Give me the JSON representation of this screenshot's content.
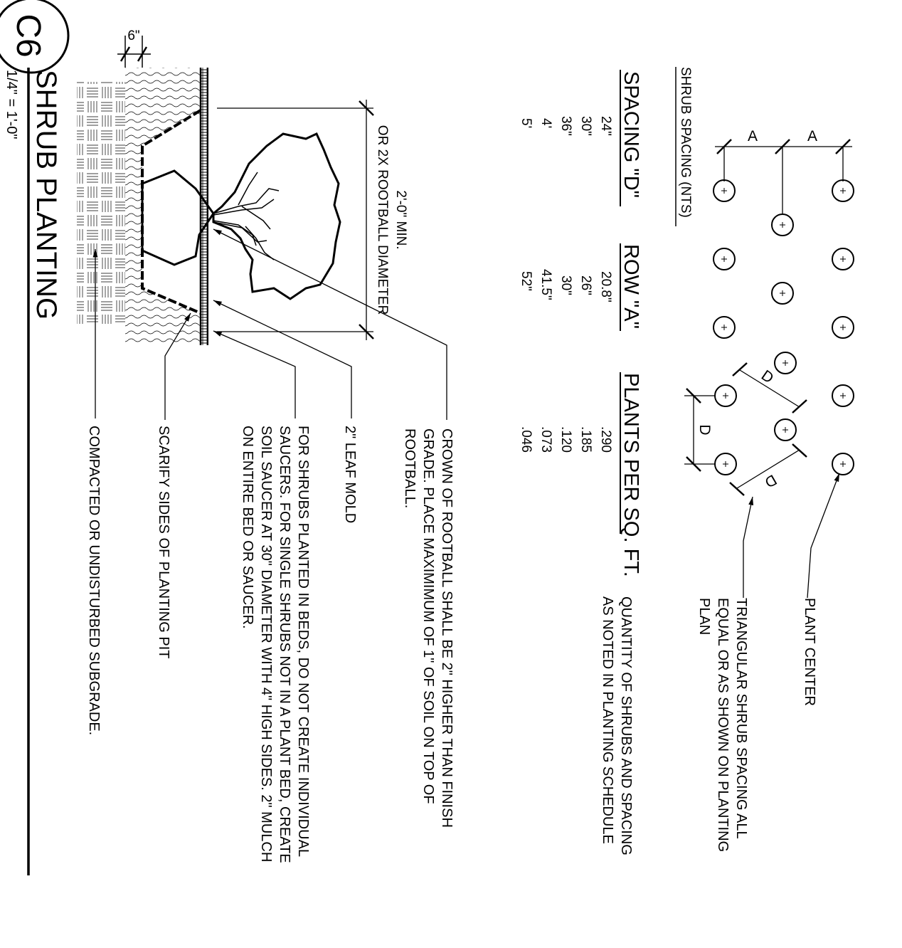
{
  "sheet": {
    "detail_id": "C6",
    "title": "SHRUB PLANTING",
    "scale": "1/4\" = 1'-0\""
  },
  "section": {
    "dim_6in": "6\"",
    "rootball_dim_line1": "2'-0\" MIN.",
    "rootball_dim_line2": "OR 2X ROOTBALL DIAMETER",
    "notes": [
      [
        "CROWN OF ROOTBALL SHALL BE 2\" HIGHER THAN FINISH",
        "GRADE.  PLACE MAXIMIMUM OF 1\" OF SOIL ON TOP OF",
        "ROOTBALL."
      ],
      [
        "2\" LEAF MOLD"
      ],
      [
        "FOR SHRUBS PLANTED IN BEDS, DO NOT CREATE INDIVIDUAL",
        "SAUCERS.  FOR SINGLE SHRUBS NOT IN A PLANT BED, CREATE",
        "SOIL SAUCER AT 30\" DIAMETER WITH 4\" HIGH SIDES.  2\" MULCH",
        "ON ENTIRE BED OR SAUCER."
      ],
      [
        "SCARIFY SIDES OF PLANTING PIT"
      ],
      [
        "COMPACTED OR UNDISTURBED SUBGRADE."
      ]
    ]
  },
  "spacing_plan": {
    "title": "SHRUB SPACING (NTS)",
    "dim_label_a": "A",
    "dim_label_d": "D",
    "plant_center_label": "PLANT CENTER",
    "triangular_note": [
      "TRIANGULAR SHRUB SPACING ALL",
      "EQUAL OR AS SHOWN ON PLANTING",
      "PLAN"
    ],
    "quantity_note": [
      "QUANTITY OF SHRUBS AND SPACING",
      "AS NOTED IN PLANTING SCHEDULE"
    ]
  },
  "table": {
    "headers": [
      "SPACING \"D\"",
      "ROW \"A\"",
      "PLANTS PER SQ. FT."
    ],
    "rows": [
      [
        "24\"",
        "20.8\"",
        ".290"
      ],
      [
        "30\"",
        "26\"",
        ".185"
      ],
      [
        "36\"",
        "30\"",
        ".120"
      ],
      [
        "4'",
        "41.5\"",
        ".073"
      ],
      [
        "5'",
        "52\"",
        ".046"
      ]
    ]
  }
}
